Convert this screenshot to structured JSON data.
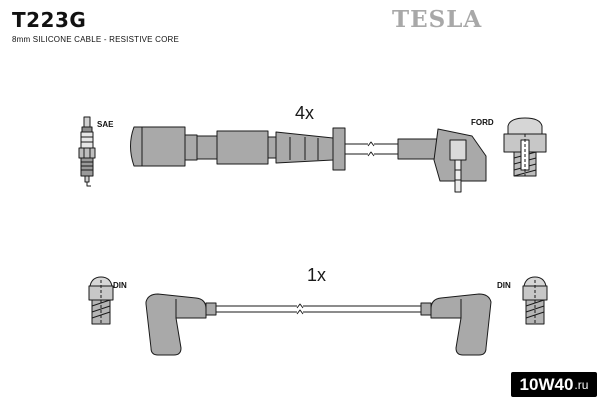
{
  "header": {
    "part_number": "T223G",
    "subtitle": "8mm SILICONE CABLE - RESISTIVE CORE",
    "brand": "TESLA"
  },
  "top_lead": {
    "quantity": "4x",
    "left_label": "SAE",
    "right_label": "FORD"
  },
  "bottom_lead": {
    "quantity": "1x",
    "left_label": "DIN",
    "right_label": "DIN"
  },
  "watermark": {
    "main": "10W40",
    "suffix": ".ru"
  },
  "colors": {
    "part_fill": "#a9a9a9",
    "outline": "#1a1a1a",
    "brand": "#a8a8a8"
  }
}
